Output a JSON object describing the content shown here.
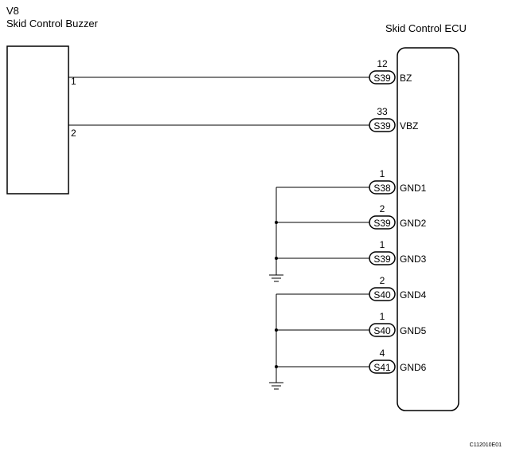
{
  "buzzer": {
    "code": "V8",
    "name": "Skid Control Buzzer",
    "pins": [
      "1",
      "2"
    ]
  },
  "ecu": {
    "name": "Skid Control ECU"
  },
  "connections": [
    {
      "pin": "12",
      "connector": "S39",
      "terminal": "BZ"
    },
    {
      "pin": "33",
      "connector": "S39",
      "terminal": "VBZ"
    },
    {
      "pin": "1",
      "connector": "S38",
      "terminal": "GND1"
    },
    {
      "pin": "2",
      "connector": "S39",
      "terminal": "GND2"
    },
    {
      "pin": "1",
      "connector": "S39",
      "terminal": "GND3"
    },
    {
      "pin": "2",
      "connector": "S40",
      "terminal": "GND4"
    },
    {
      "pin": "1",
      "connector": "S40",
      "terminal": "GND5"
    },
    {
      "pin": "4",
      "connector": "S41",
      "terminal": "GND6"
    }
  ],
  "figure_code": "C112010E01"
}
